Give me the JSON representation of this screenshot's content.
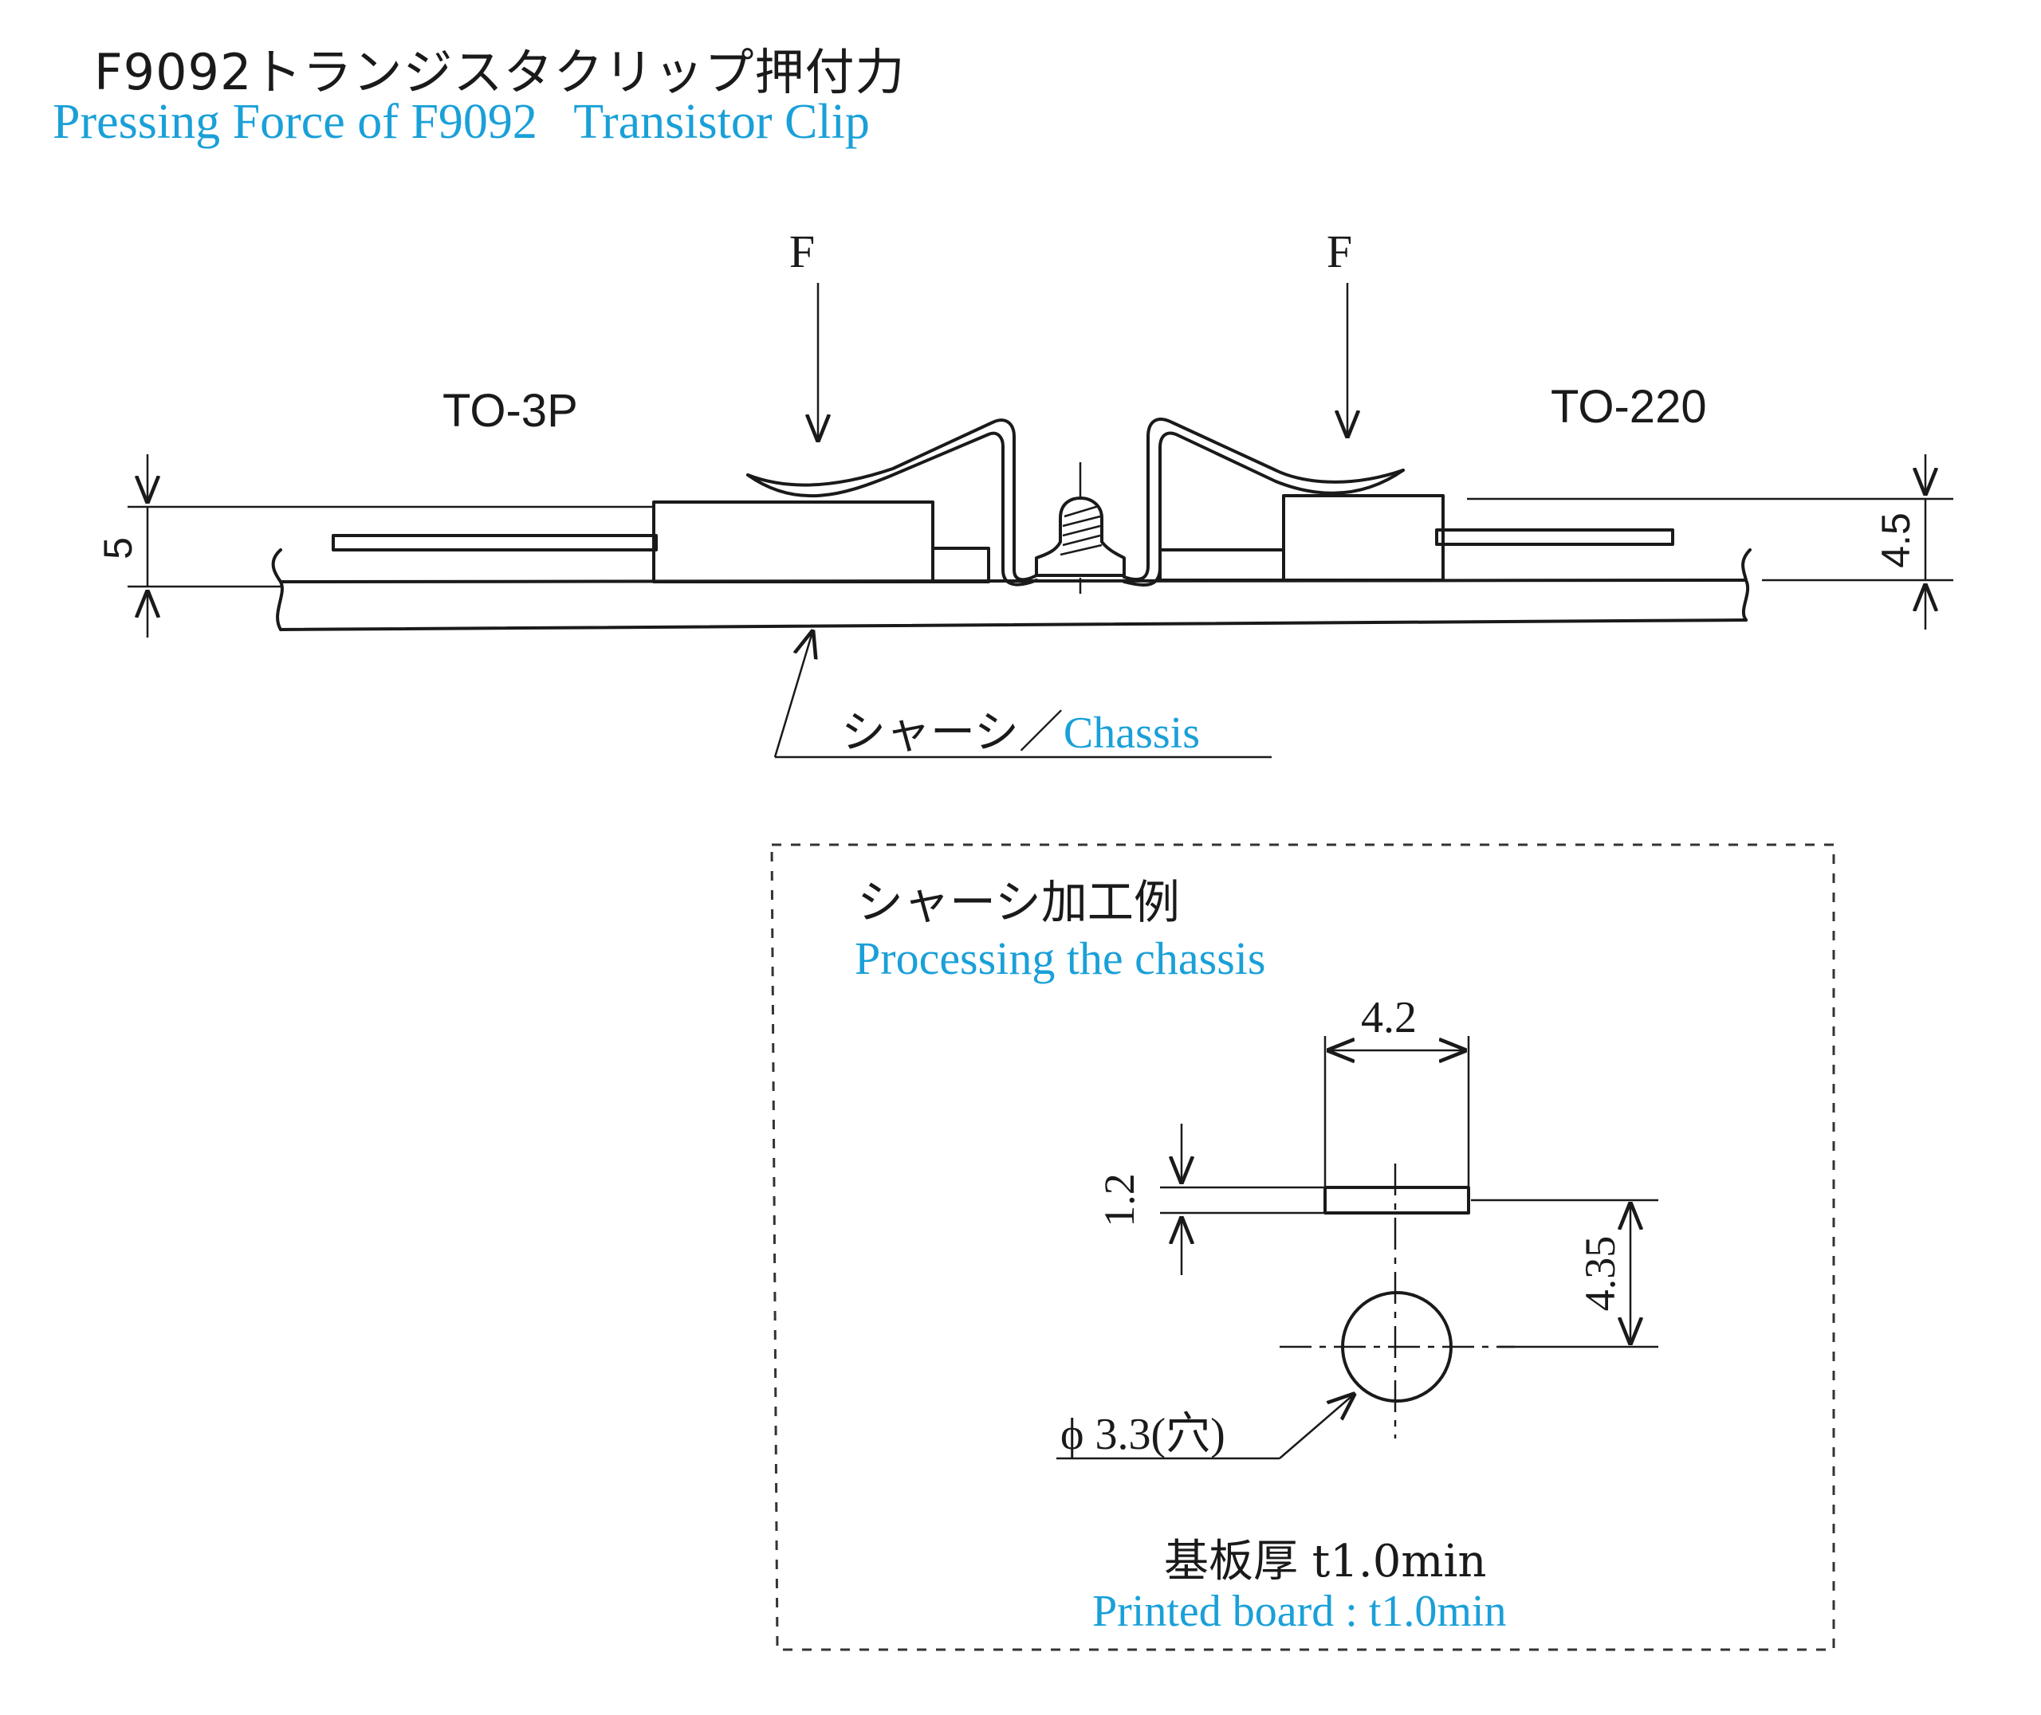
{
  "title": {
    "jp": "F9092トランジスタクリップ押付力",
    "en": "Pressing Force of F9092   Transistor Clip"
  },
  "side_view": {
    "force_left": "F",
    "force_right": "F",
    "package_left": "TO-3P",
    "package_right": "TO-220",
    "dim_left": "5",
    "dim_right": "4.5",
    "chassis_jp": "シャーシ／",
    "chassis_en": "Chassis"
  },
  "detail": {
    "heading_jp": "シャーシ加工例",
    "heading_en": "Processing the chassis",
    "dim_width": "4.2",
    "dim_slot": "1.2",
    "dim_pitch": "4.35",
    "hole_label": "ϕ 3.3(穴)",
    "board_jp": "基板厚 t1.0min",
    "board_en": "Printed board : t1.0min"
  }
}
